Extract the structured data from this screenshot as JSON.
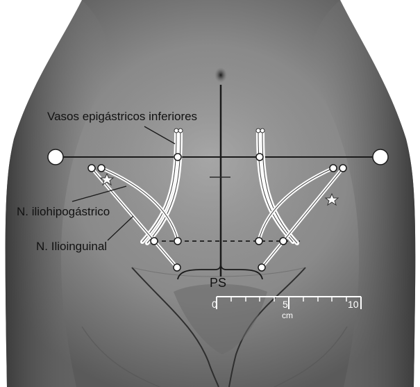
{
  "labels": {
    "vessels": "Vasos epigástricos inferiores",
    "iliohypogastric": "N. iliohipogástrico",
    "ilioinguinal": "N. Ilioinguinal",
    "pubic_symphysis": "PS"
  },
  "ruler": {
    "ticks": [
      "0",
      "5",
      "10"
    ],
    "unit": "cm"
  },
  "colors": {
    "background": "#ffffff",
    "skin_light": "#bdbdbd",
    "skin_mid": "#8e8e8e",
    "skin_dark": "#4a4a4a",
    "line": "#1a1a1a",
    "marker_fill": "#ffffff"
  }
}
